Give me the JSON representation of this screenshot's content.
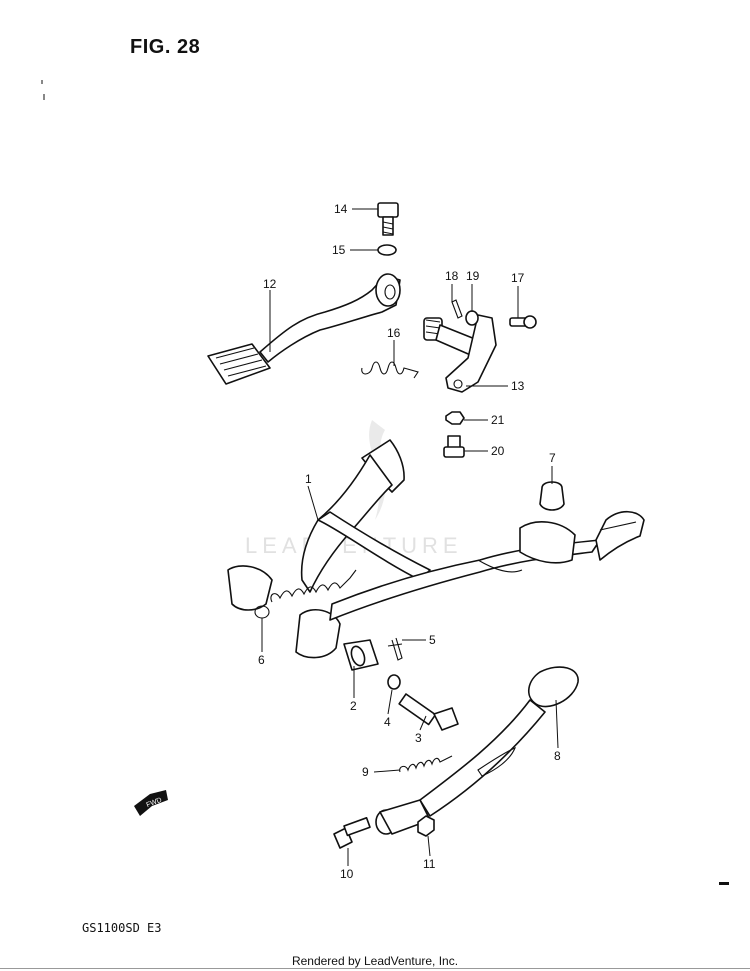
{
  "figure": {
    "title": "FIG. 28",
    "model_code": "GS1100SD  E3",
    "footer": "Rendered by LeadVenture, Inc.",
    "watermark": "LEADVENTURE",
    "fwd_label": "FWD"
  },
  "parts": [
    {
      "id": "1",
      "label": "1"
    },
    {
      "id": "2",
      "label": "2"
    },
    {
      "id": "3",
      "label": "3"
    },
    {
      "id": "4",
      "label": "4"
    },
    {
      "id": "5",
      "label": "5"
    },
    {
      "id": "6",
      "label": "6"
    },
    {
      "id": "7",
      "label": "7"
    },
    {
      "id": "8",
      "label": "8"
    },
    {
      "id": "9",
      "label": "9"
    },
    {
      "id": "10",
      "label": "10"
    },
    {
      "id": "11",
      "label": "11"
    },
    {
      "id": "12",
      "label": "12"
    },
    {
      "id": "13",
      "label": "13"
    },
    {
      "id": "14",
      "label": "14"
    },
    {
      "id": "15",
      "label": "15"
    },
    {
      "id": "16",
      "label": "16"
    },
    {
      "id": "17",
      "label": "17"
    },
    {
      "id": "18",
      "label": "18"
    },
    {
      "id": "19",
      "label": "19"
    },
    {
      "id": "20",
      "label": "20"
    },
    {
      "id": "21",
      "label": "21"
    }
  ]
}
